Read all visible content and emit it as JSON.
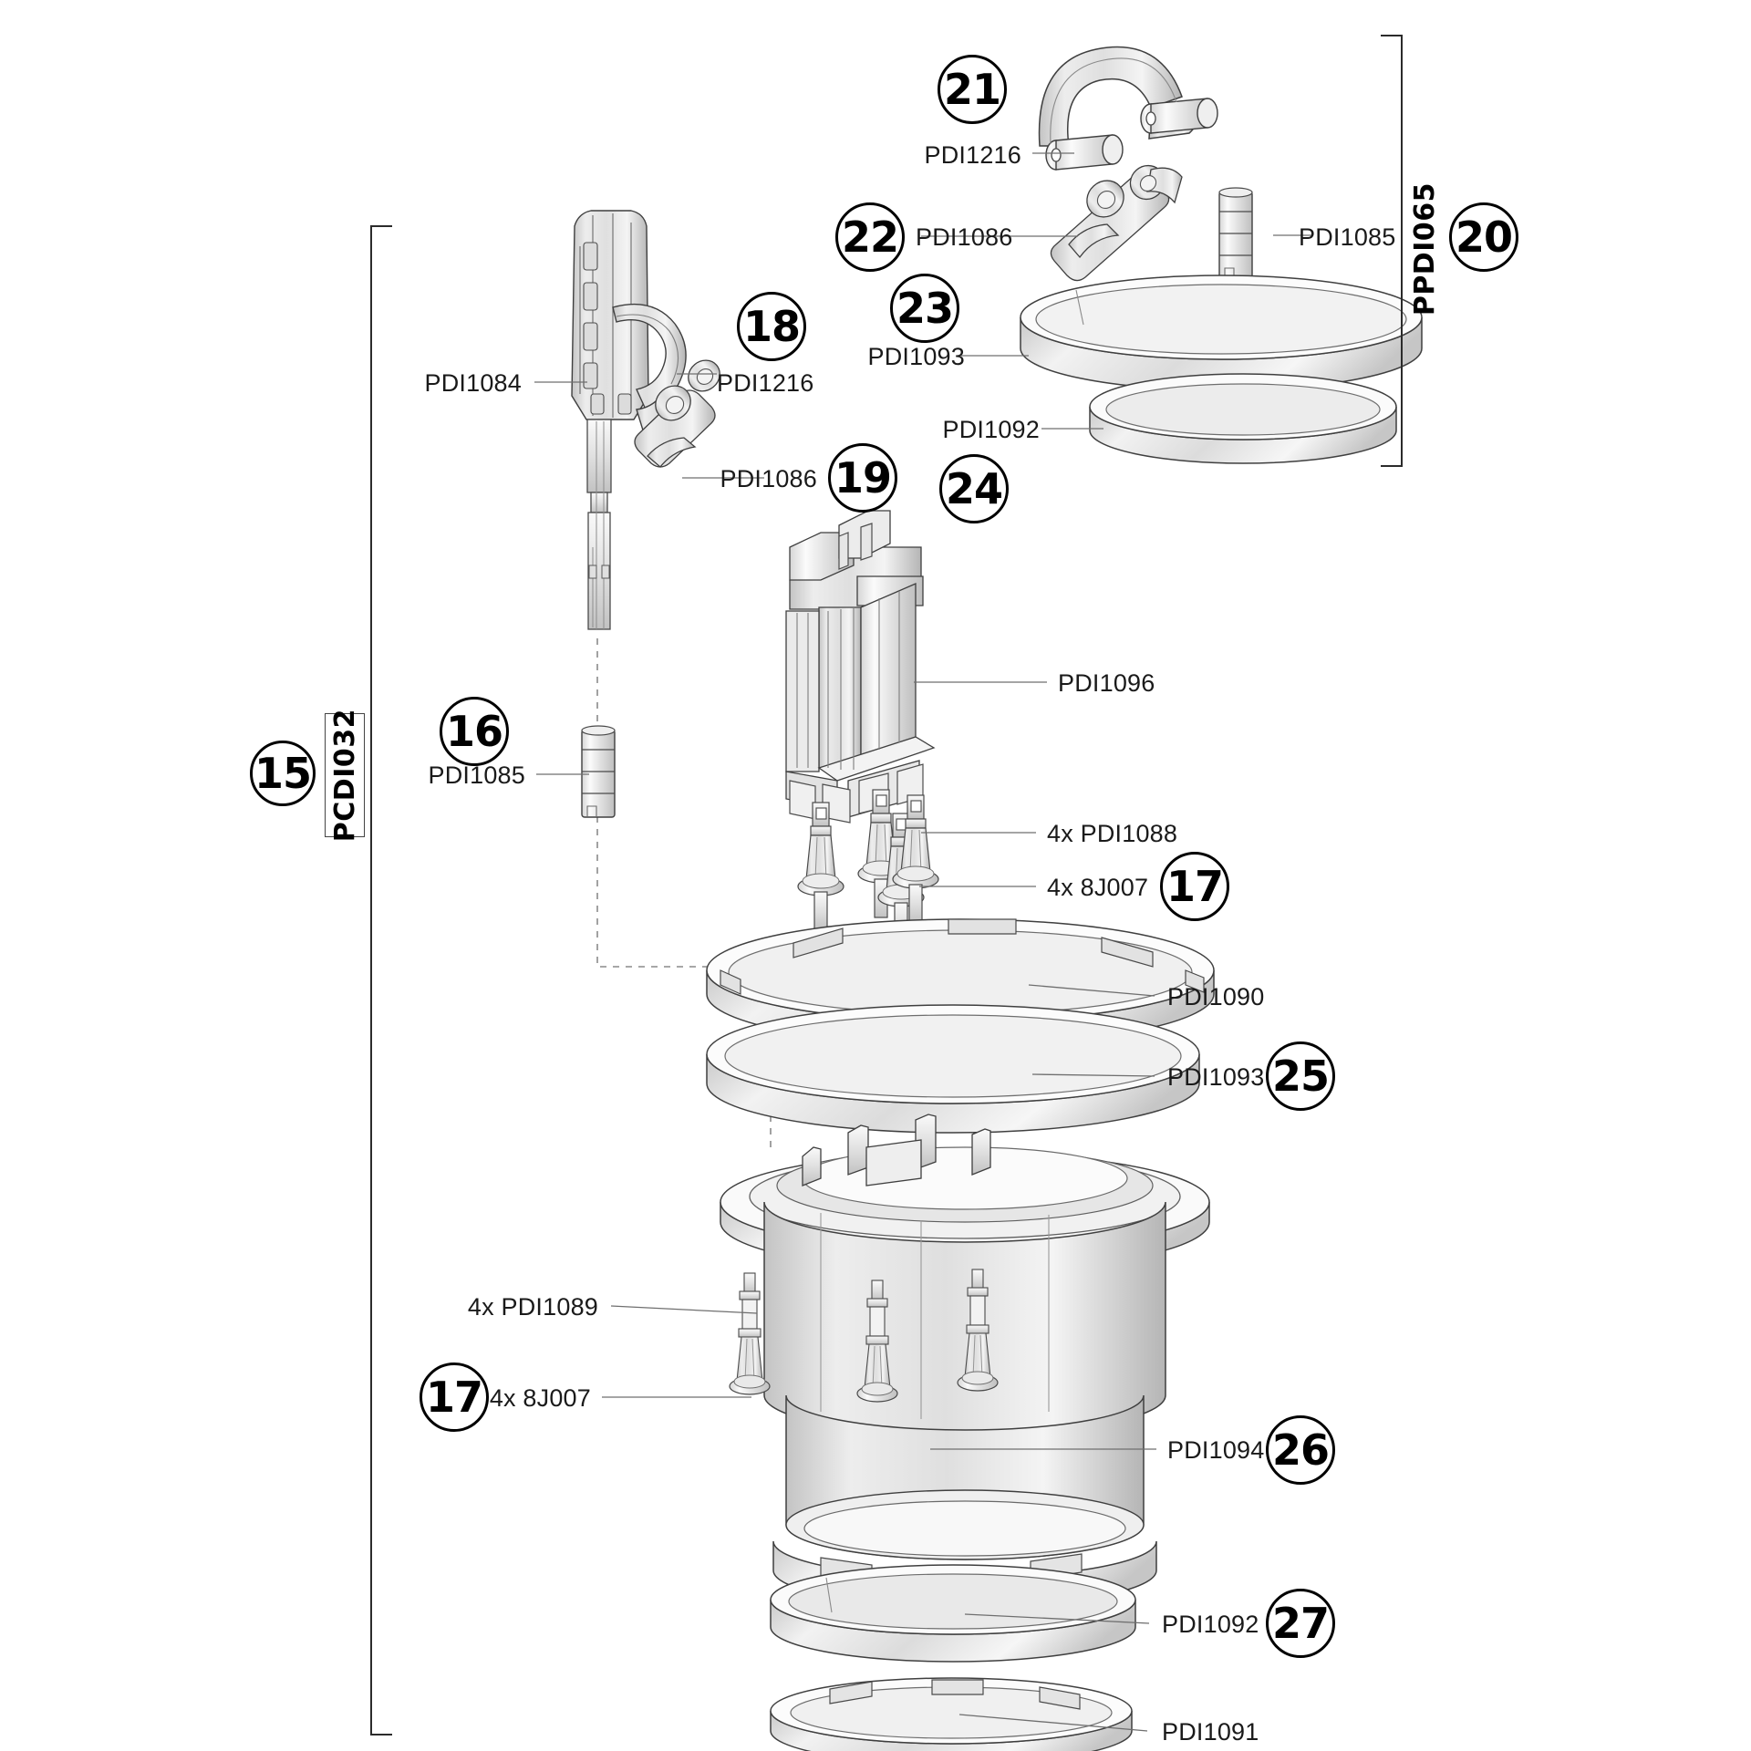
{
  "diagram": {
    "title": "Exploded parts diagram",
    "assembly_brackets": [
      {
        "id": "left-bracket",
        "code": "PCDI032",
        "callout": "15"
      },
      {
        "id": "right-bracket",
        "code": "PPDI065",
        "callout": "20"
      }
    ],
    "callouts": [
      {
        "number": "15"
      },
      {
        "number": "16"
      },
      {
        "number": "17"
      },
      {
        "number": "18"
      },
      {
        "number": "19"
      },
      {
        "number": "20"
      },
      {
        "number": "21"
      },
      {
        "number": "22"
      },
      {
        "number": "23"
      },
      {
        "number": "24"
      },
      {
        "number": "25"
      },
      {
        "number": "26"
      },
      {
        "number": "27"
      }
    ],
    "parts": [
      {
        "label": "PDI1084",
        "callout": "",
        "qty": ""
      },
      {
        "label": "PDI1216",
        "callout": "18",
        "qty": ""
      },
      {
        "label": "PDI1086",
        "callout": "19",
        "qty": ""
      },
      {
        "label": "PDI1085",
        "callout": "16",
        "qty": ""
      },
      {
        "label": "PDI1216",
        "callout": "21",
        "qty": ""
      },
      {
        "label": "PDI1086",
        "callout": "22",
        "qty": ""
      },
      {
        "label": "PDI1085",
        "callout": "",
        "qty": ""
      },
      {
        "label": "PDI1093",
        "callout": "23",
        "qty": ""
      },
      {
        "label": "PDI1092",
        "callout": "24",
        "qty": ""
      },
      {
        "label": "PDI1096",
        "callout": "",
        "qty": ""
      },
      {
        "label": "4x PDI1088",
        "callout": "",
        "qty": "4x"
      },
      {
        "label": "4x 8J007",
        "callout": "17",
        "qty": "4x"
      },
      {
        "label": "PDI1090",
        "callout": "",
        "qty": ""
      },
      {
        "label": "PDI1093",
        "callout": "25",
        "qty": ""
      },
      {
        "label": "4x PDI1089",
        "callout": "",
        "qty": "4x"
      },
      {
        "label": "4x 8J007",
        "callout": "17",
        "qty": "4x"
      },
      {
        "label": "PDI1094",
        "callout": "26",
        "qty": ""
      },
      {
        "label": "PDI1092",
        "callout": "27",
        "qty": ""
      },
      {
        "label": "PDI1091",
        "callout": "",
        "qty": ""
      }
    ],
    "text": {
      "pdi1084": "PDI1084",
      "pdi1216_18": "PDI1216",
      "pdi1216_21": "PDI1216",
      "pdi1086_19": "PDI1086",
      "pdi1086_22": "PDI1086",
      "pdi1085_16": "PDI1085",
      "pdi1085_20": "PDI1085",
      "pdi1093_23": "PDI1093",
      "pdi1092_24": "PDI1092",
      "pdi1096": "PDI1096",
      "pdi1088_4x": "4x PDI1088",
      "j007_4x_top": "4x 8J007",
      "pdi1090": "PDI1090",
      "pdi1093_25": "PDI1093",
      "pdi1089_4x": "4x PDI1089",
      "j007_4x_bottom": "4x 8J007",
      "pdi1094": "PDI1094",
      "pdi1092_27": "PDI1092",
      "pdi1091": "PDI1091",
      "pcdi032": "PCDI032",
      "ppdi065": "PPDI065",
      "n15": "15",
      "n16": "16",
      "n17a": "17",
      "n17b": "17",
      "n18": "18",
      "n19": "19",
      "n20": "20",
      "n21": "21",
      "n22": "22",
      "n23": "23",
      "n24": "24",
      "n25": "25",
      "n26": "26",
      "n27": "27"
    },
    "colors": {
      "line": "#6f6f6f",
      "outline": "#3c3c3c",
      "fill_light": "#f4f4f4",
      "fill_mid": "#d8d8d8",
      "fill_dark": "#b9b9b9",
      "text": "#1a1a1a"
    }
  }
}
